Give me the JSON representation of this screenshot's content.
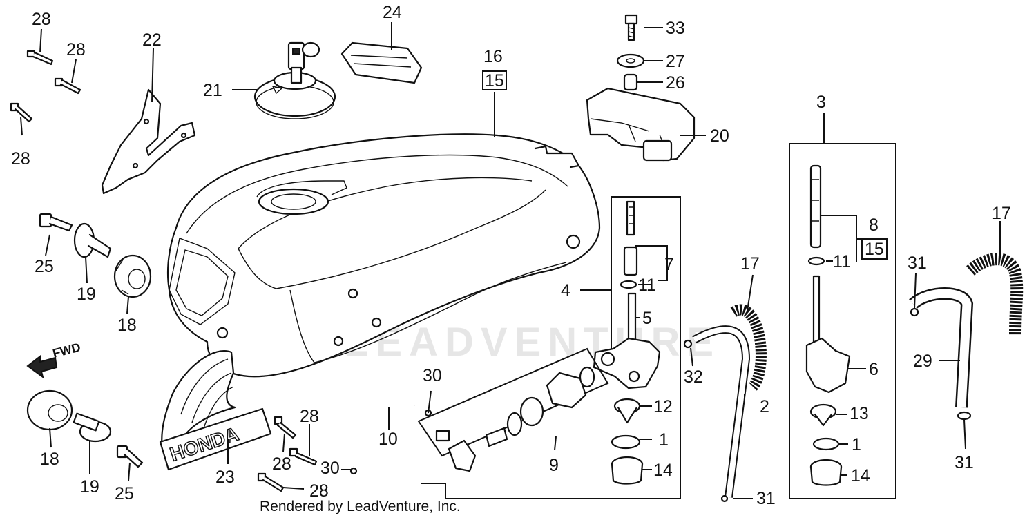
{
  "watermark": "LEADVENTURE",
  "credit": "Rendered by LeadVenture, Inc.",
  "fwd_label": "FWD",
  "emblem_text": "HONDA",
  "callouts": {
    "c1a": "1",
    "c1b": "1",
    "c2": "2",
    "c3": "3",
    "c4": "4",
    "c5": "5",
    "c6": "6",
    "c7": "7",
    "c8": "8",
    "c8box": "15",
    "c9": "9",
    "c10": "10",
    "c11a": "11",
    "c11b": "11",
    "c12": "12",
    "c13": "13",
    "c14a": "14",
    "c14b": "14",
    "c16": "16",
    "c16box": "15",
    "c17a": "17",
    "c17b": "17",
    "c18a": "18",
    "c18b": "18",
    "c19a": "19",
    "c19b": "19",
    "c20": "20",
    "c21": "21",
    "c22": "22",
    "c23": "23",
    "c24": "24",
    "c25a": "25",
    "c25b": "25",
    "c26": "26",
    "c27": "27",
    "c28a": "28",
    "c28b": "28",
    "c28c": "28",
    "c28d": "28",
    "c28e": "28",
    "c28f": "28",
    "c29": "29",
    "c30a": "30",
    "c30b": "30",
    "c31a": "31",
    "c31b": "31",
    "c31c": "31",
    "c32": "32",
    "c33": "33"
  }
}
